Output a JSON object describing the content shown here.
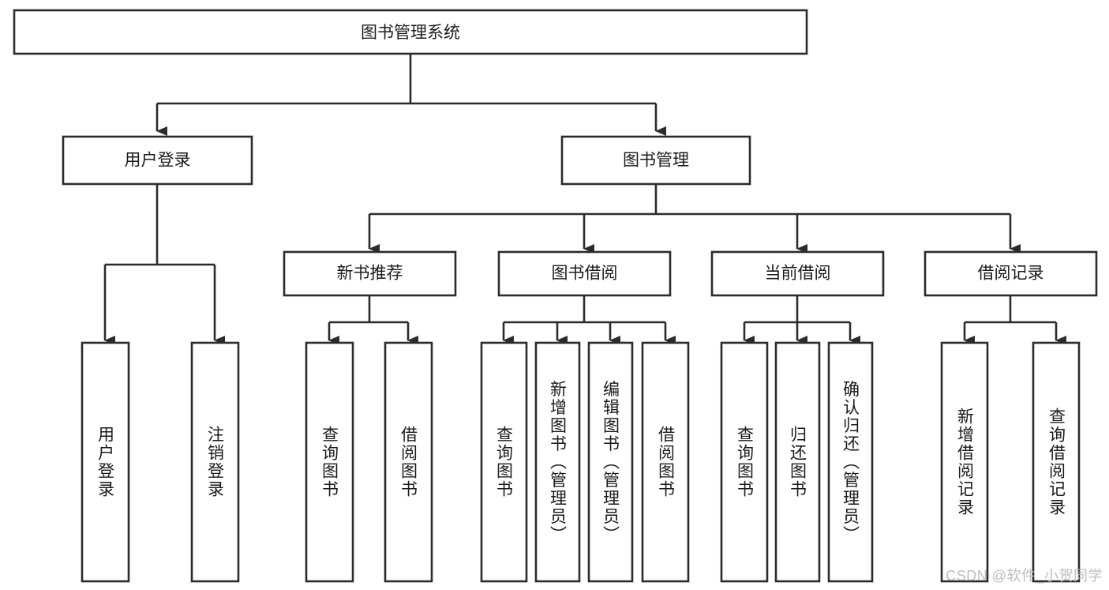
{
  "diagram": {
    "type": "tree",
    "title": "图书管理系统",
    "watermark": "CSDN @软件_小贺同学",
    "accent_color": "#2b2b2b",
    "box_fill": "#ffffff",
    "nodes": {
      "root": {
        "label": "图书管理系统"
      },
      "level2": [
        {
          "label": "用户登录"
        },
        {
          "label": "图书管理"
        }
      ],
      "level3": [
        {
          "label": "新书推荐"
        },
        {
          "label": "图书借阅"
        },
        {
          "label": "当前借阅"
        },
        {
          "label": "借阅记录"
        }
      ],
      "leaves": [
        {
          "label": "用户登录"
        },
        {
          "label": "注销登录"
        },
        {
          "label": "查询图书"
        },
        {
          "label": "借阅图书"
        },
        {
          "label": "查询图书"
        },
        {
          "label": "新增图书（管理员）"
        },
        {
          "label": "编辑图书（管理员）"
        },
        {
          "label": "借阅图书"
        },
        {
          "label": "查询图书"
        },
        {
          "label": "归还图书"
        },
        {
          "label": "确认归还（管理员）"
        },
        {
          "label": "新增借阅记录"
        },
        {
          "label": "查询借阅记录"
        }
      ]
    },
    "edges": [
      {
        "from": "图书管理系统",
        "to": "用户登录"
      },
      {
        "from": "图书管理系统",
        "to": "图书管理"
      },
      {
        "from": "用户登录",
        "to": "用户登录"
      },
      {
        "from": "用户登录",
        "to": "注销登录"
      },
      {
        "from": "图书管理",
        "to": "新书推荐"
      },
      {
        "from": "图书管理",
        "to": "图书借阅"
      },
      {
        "from": "图书管理",
        "to": "当前借阅"
      },
      {
        "from": "图书管理",
        "to": "借阅记录"
      },
      {
        "from": "新书推荐",
        "to": "查询图书"
      },
      {
        "from": "新书推荐",
        "to": "借阅图书"
      },
      {
        "from": "图书借阅",
        "to": "查询图书"
      },
      {
        "from": "图书借阅",
        "to": "新增图书（管理员）"
      },
      {
        "from": "图书借阅",
        "to": "编辑图书（管理员）"
      },
      {
        "from": "图书借阅",
        "to": "借阅图书"
      },
      {
        "from": "当前借阅",
        "to": "查询图书"
      },
      {
        "from": "当前借阅",
        "to": "归还图书"
      },
      {
        "from": "当前借阅",
        "to": "确认归还（管理员）"
      },
      {
        "from": "借阅记录",
        "to": "新增借阅记录"
      },
      {
        "from": "借阅记录",
        "to": "查询借阅记录"
      }
    ]
  }
}
